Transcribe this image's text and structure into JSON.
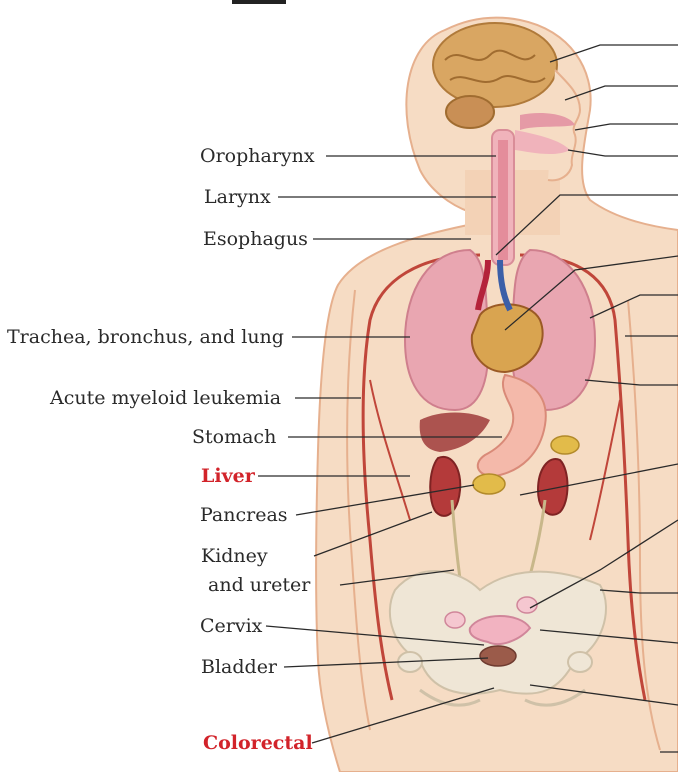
{
  "labels": {
    "oropharynx": "Oropharynx",
    "larynx": "Larynx",
    "esophagus": "Esophagus",
    "trachea": "Trachea, bronchus, and lung",
    "aml": "Acute myeloid leukemia",
    "stomach": "Stomach",
    "liver": "Liver",
    "pancreas": "Pancreas",
    "kidney_1": "Kidney",
    "kidney_2": "and ureter",
    "cervix": "Cervix",
    "bladder": "Bladder",
    "colorectal": "Colorectal"
  },
  "colors": {
    "highlight": "#d2232a",
    "text": "#2a2a2a",
    "skin": "#f6dcc4",
    "skin_outline": "#e6b08e",
    "lung": "#e9a6b1",
    "heart": "#d9a450",
    "kidney": "#b43a3a",
    "brain": "#d9a662",
    "bone": "#efe6d6",
    "vessel": "#c0463a"
  }
}
